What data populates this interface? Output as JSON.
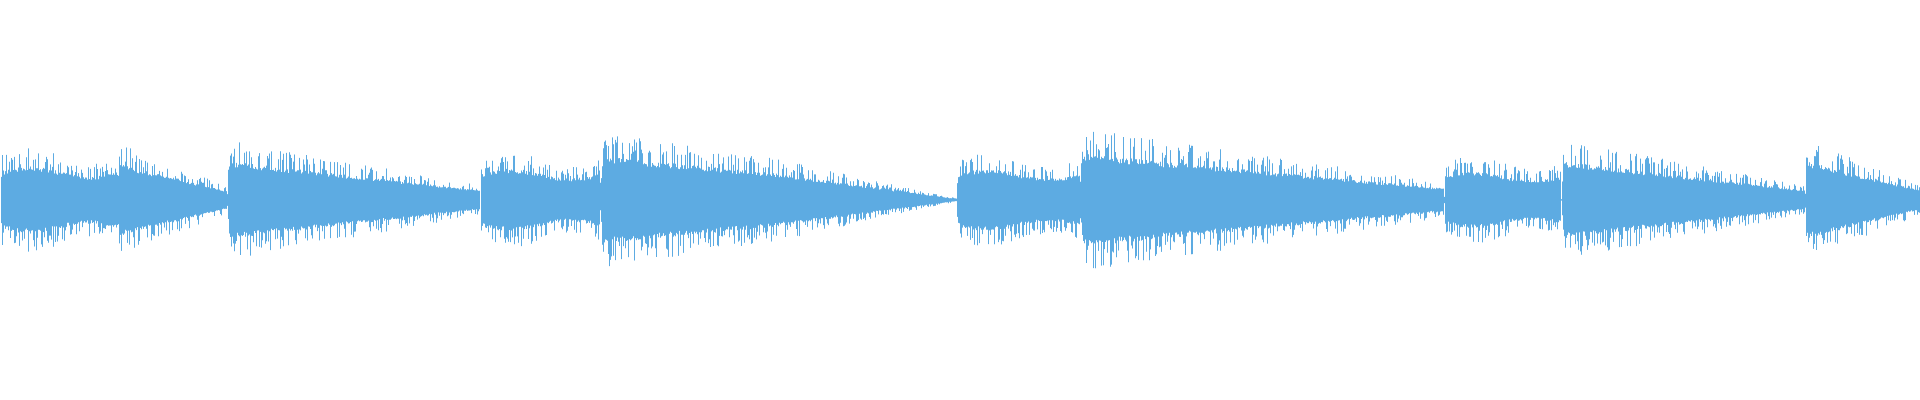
{
  "waveform": {
    "color": "#5dabe2",
    "background": "#ffffff",
    "segments": [
      {
        "start": 0.0,
        "end": 0.062,
        "envelope": "sustained",
        "peak": 0.26
      },
      {
        "start": 0.062,
        "end": 0.118,
        "envelope": "decay",
        "peak": 0.28
      },
      {
        "start": 0.118,
        "end": 0.25,
        "envelope": "decay",
        "peak": 0.3
      },
      {
        "start": 0.25,
        "end": 0.312,
        "envelope": "sustained",
        "peak": 0.24
      },
      {
        "start": 0.312,
        "end": 0.498,
        "envelope": "long-decay",
        "peak": 0.34
      },
      {
        "start": 0.498,
        "end": 0.562,
        "envelope": "sustained",
        "peak": 0.24
      },
      {
        "start": 0.562,
        "end": 0.752,
        "envelope": "decay",
        "peak": 0.36
      },
      {
        "start": 0.752,
        "end": 0.813,
        "envelope": "sustained",
        "peak": 0.22
      },
      {
        "start": 0.813,
        "end": 0.94,
        "envelope": "decay",
        "peak": 0.3
      },
      {
        "start": 0.94,
        "end": 1.0,
        "envelope": "decay",
        "peak": 0.3
      }
    ]
  }
}
